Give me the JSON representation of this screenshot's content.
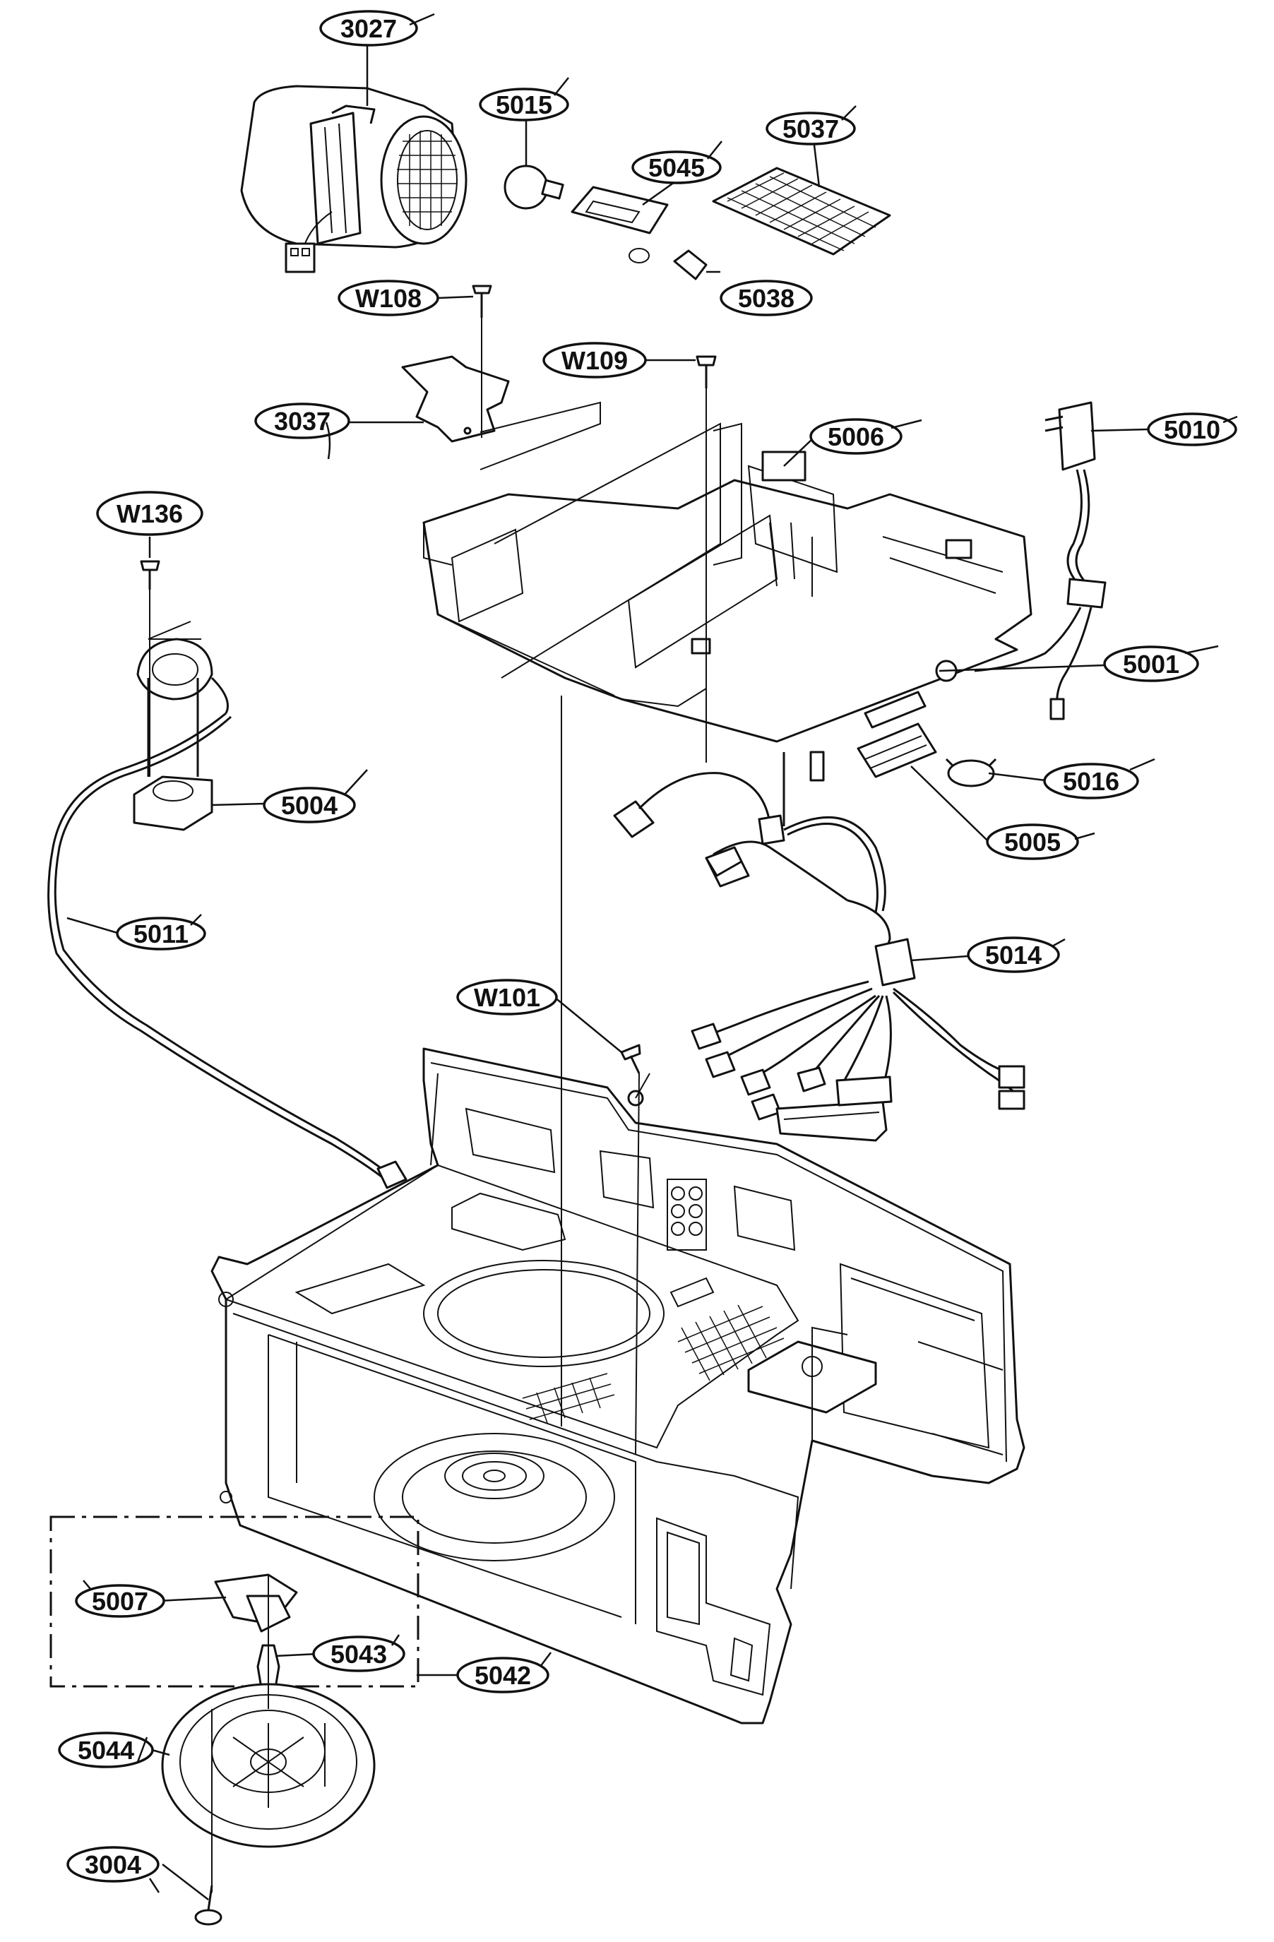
{
  "diagram": {
    "type": "exploded-parts-view",
    "callouts": [
      {
        "id": "c3027",
        "label": "3027"
      },
      {
        "id": "c5015",
        "label": "5015"
      },
      {
        "id": "c5045",
        "label": "5045"
      },
      {
        "id": "c5037",
        "label": "5037"
      },
      {
        "id": "c5038",
        "label": "5038"
      },
      {
        "id": "cW108",
        "label": "W108"
      },
      {
        "id": "cW109",
        "label": "W109"
      },
      {
        "id": "c3037",
        "label": "3037"
      },
      {
        "id": "c5006",
        "label": "5006"
      },
      {
        "id": "c5010",
        "label": "5010"
      },
      {
        "id": "cW136",
        "label": "W136"
      },
      {
        "id": "c5001",
        "label": "5001"
      },
      {
        "id": "c5016",
        "label": "5016"
      },
      {
        "id": "c5004",
        "label": "5004"
      },
      {
        "id": "c5005",
        "label": "5005"
      },
      {
        "id": "c5011",
        "label": "5011"
      },
      {
        "id": "c5014",
        "label": "5014"
      },
      {
        "id": "cW101",
        "label": "W101"
      },
      {
        "id": "c5007",
        "label": "5007"
      },
      {
        "id": "c5043",
        "label": "5043"
      },
      {
        "id": "c5042",
        "label": "5042"
      },
      {
        "id": "c5044",
        "label": "5044"
      },
      {
        "id": "c3004",
        "label": "3004"
      }
    ]
  }
}
